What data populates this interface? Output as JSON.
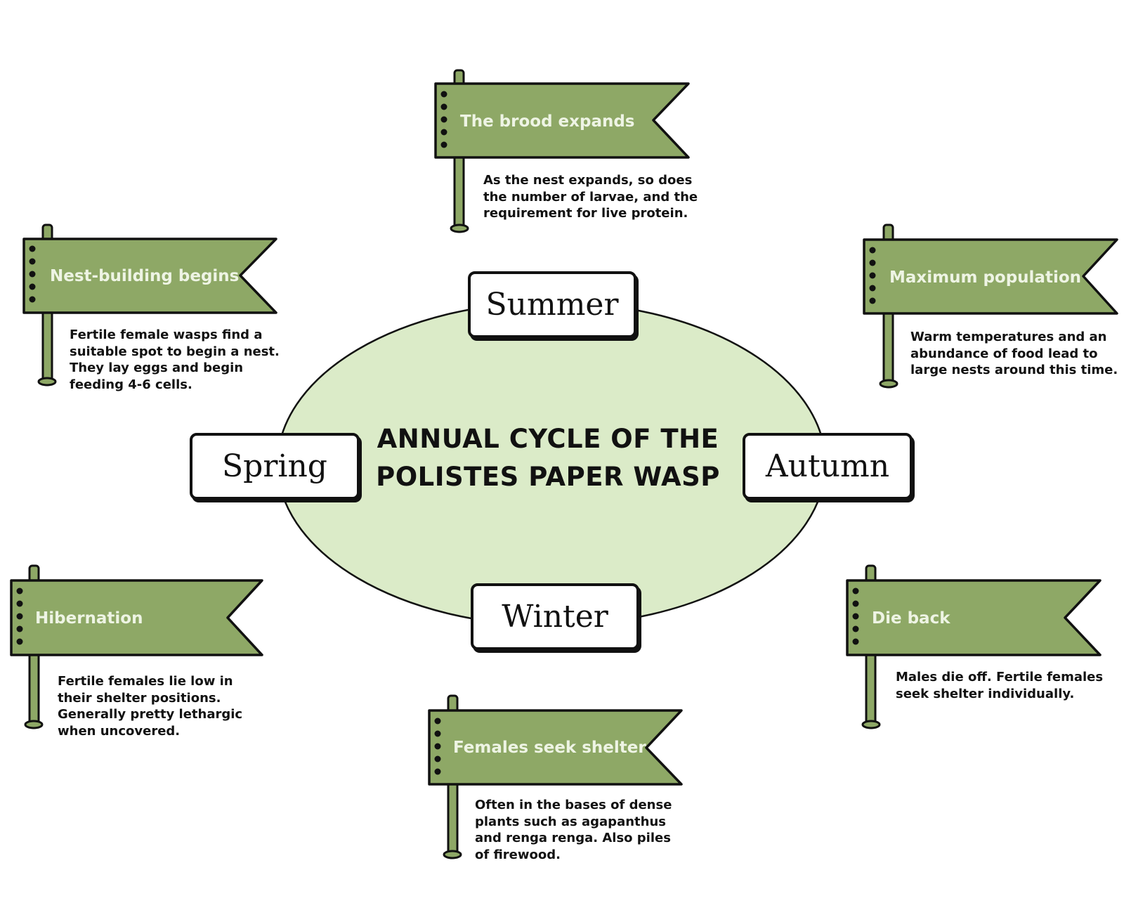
{
  "title": {
    "line1": "ANNUAL CYCLE OF THE",
    "line2": "POLISTES PAPER WASP"
  },
  "seasons": {
    "summer": "Summer",
    "autumn": "Autumn",
    "winter": "Winter",
    "spring": "Spring"
  },
  "stages": {
    "brood": {
      "label": "The brood expands",
      "text": "As the nest expands, so does\nthe number of larvae, and the\nrequirement for live protein."
    },
    "nest_building": {
      "label": "Nest-building begins",
      "text": "Fertile female wasps find a\nsuitable spot to begin a nest.\nThey lay eggs and begin\nfeeding 4-6 cells."
    },
    "max_population": {
      "label": "Maximum population",
      "text": "Warm temperatures and an\nabundance of food lead to\nlarge nests around this time."
    },
    "hibernation": {
      "label": "Hibernation",
      "text": "Fertile females lie low in\ntheir shelter positions.\nGenerally pretty lethargic\nwhen uncovered."
    },
    "die_back": {
      "label": "Die back",
      "text": "Males die off. Fertile females\nseek shelter individually."
    },
    "shelter": {
      "label": "Females seek shelter",
      "text": "Often in the bases of dense\nplants such as agapanthus\nand renga renga. Also piles\nof firewood."
    }
  },
  "colors": {
    "flag_fill": "#8ea866",
    "ellipse_fill": "#dbebc8",
    "outline": "#111111",
    "flag_text": "#eef4e4"
  }
}
